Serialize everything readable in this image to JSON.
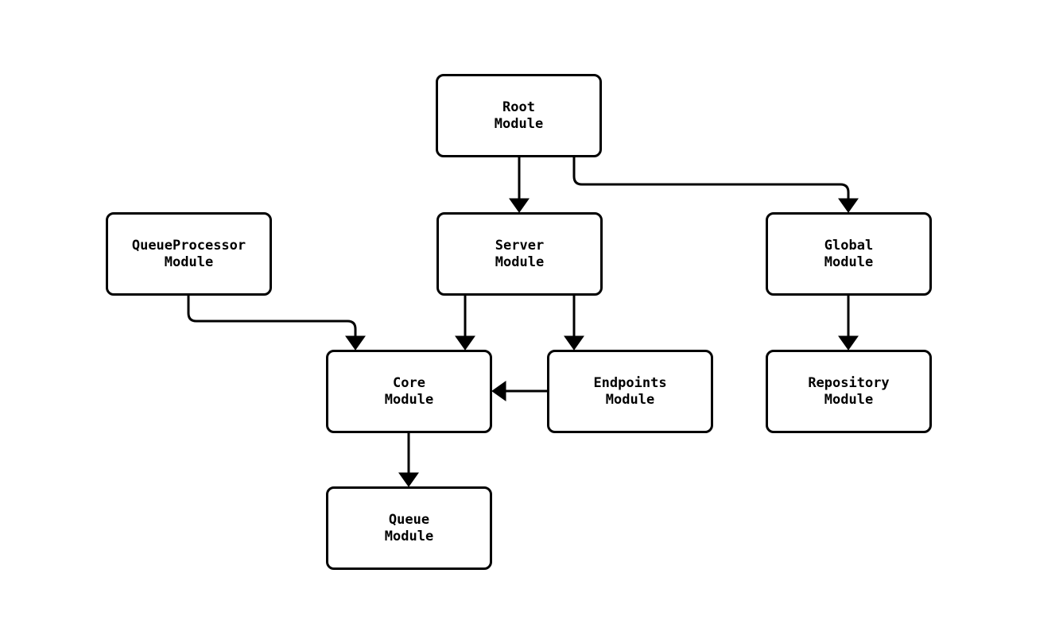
{
  "diagram": {
    "type": "flowchart",
    "background_color": "#ffffff",
    "node_fill_color": "#ffffff",
    "node_stroke_color": "#000000",
    "text_color": "#000000",
    "nodes": [
      {
        "id": "root-module",
        "line1": "Root",
        "line2": "Module"
      },
      {
        "id": "queueprocessor-module",
        "line1": "QueueProcessor",
        "line2": "Module"
      },
      {
        "id": "server-module",
        "line1": "Server",
        "line2": "Module"
      },
      {
        "id": "global-module",
        "line1": "Global",
        "line2": "Module"
      },
      {
        "id": "core-module",
        "line1": "Core",
        "line2": "Module"
      },
      {
        "id": "endpoints-module",
        "line1": "Endpoints",
        "line2": "Module"
      },
      {
        "id": "repository-module",
        "line1": "Repository",
        "line2": "Module"
      },
      {
        "id": "queue-module",
        "line1": "Queue",
        "line2": "Module"
      }
    ],
    "edges": [
      {
        "from": "Root Module",
        "to": "Server Module"
      },
      {
        "from": "Root Module",
        "to": "Global Module"
      },
      {
        "from": "QueueProcessor Module",
        "to": "Core Module"
      },
      {
        "from": "Server Module",
        "to": "Core Module"
      },
      {
        "from": "Server Module",
        "to": "Endpoints Module"
      },
      {
        "from": "Endpoints Module",
        "to": "Core Module"
      },
      {
        "from": "Global Module",
        "to": "Repository Module"
      },
      {
        "from": "Core Module",
        "to": "Queue Module"
      }
    ]
  }
}
